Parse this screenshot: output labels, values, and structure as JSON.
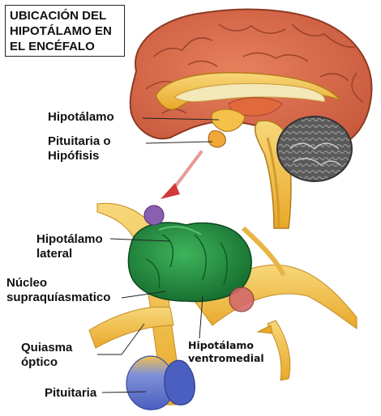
{
  "title": {
    "line1": "UBICACIÓN DEL",
    "line2": "HIPOTÁLAMO EN",
    "line3": "EL ENCÉFALO"
  },
  "labels": {
    "hipotalamo": "Hipotálamo",
    "pituitaria_o": "Pituitaria o",
    "hipofisis": "Hipófisis",
    "hipotalamo_lateral_1": "Hipotálamo",
    "hipotalamo_lateral_2": "lateral",
    "nucleo_1": "Núcleo",
    "nucleo_2": "supraquíasmatico",
    "quiasma_1": "Quiasma",
    "quiasma_2": "óptico",
    "ventromedial_1": "Hipotálamo",
    "ventromedial_2": "ventromedial",
    "pituitaria": "Pituitaria"
  },
  "colors": {
    "cortex": "#d9694a",
    "cortex_dark": "#a8442c",
    "inner_yellow": "#f2c24a",
    "cerebellum": "#555555",
    "hypothalamus_green": "#1f8a3a",
    "pituitary_blue": "#5a6fc8",
    "nucleus_purple": "#8a5fb0",
    "arrow_red": "#d23a3a"
  }
}
